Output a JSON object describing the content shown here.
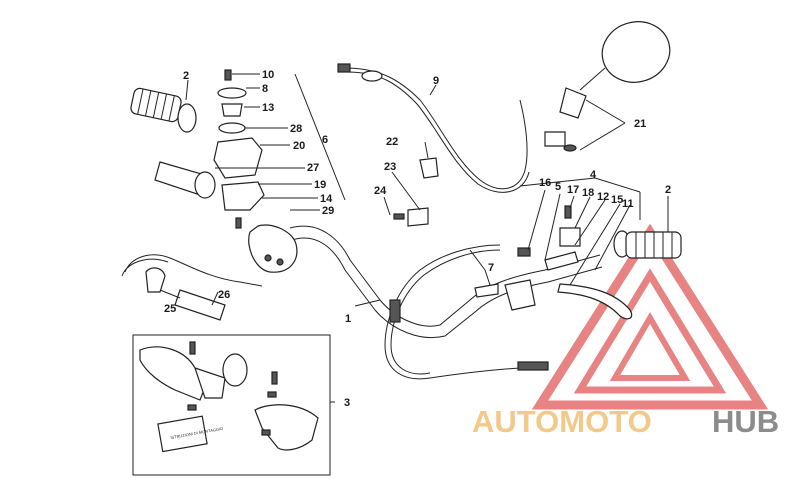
{
  "labels": {
    "l1": "1",
    "l2a": "2",
    "l2b": "2",
    "l3": "3",
    "l4": "4",
    "l5": "5",
    "l6": "6",
    "l7": "7",
    "l8": "8",
    "l9": "9",
    "l10": "10",
    "l11": "11",
    "l12": "12",
    "l13": "13",
    "l14": "14",
    "l15": "15",
    "l16": "16",
    "l17": "17",
    "l18": "18",
    "l19": "19",
    "l20": "20",
    "l21": "21",
    "l22": "22",
    "l23": "23",
    "l24": "24",
    "l25": "25",
    "l26": "26",
    "l27": "27",
    "l28": "28",
    "l29": "29"
  },
  "watermark": {
    "part1": "AUTOMOTO",
    "part2": "HUB",
    "triangle_color": "#e05a5a",
    "text_color_1": "#f3c98a",
    "text_color_2": "#8c8c8c"
  },
  "booklet_text": "ISTRUZIONI DI MONTAGGIO"
}
